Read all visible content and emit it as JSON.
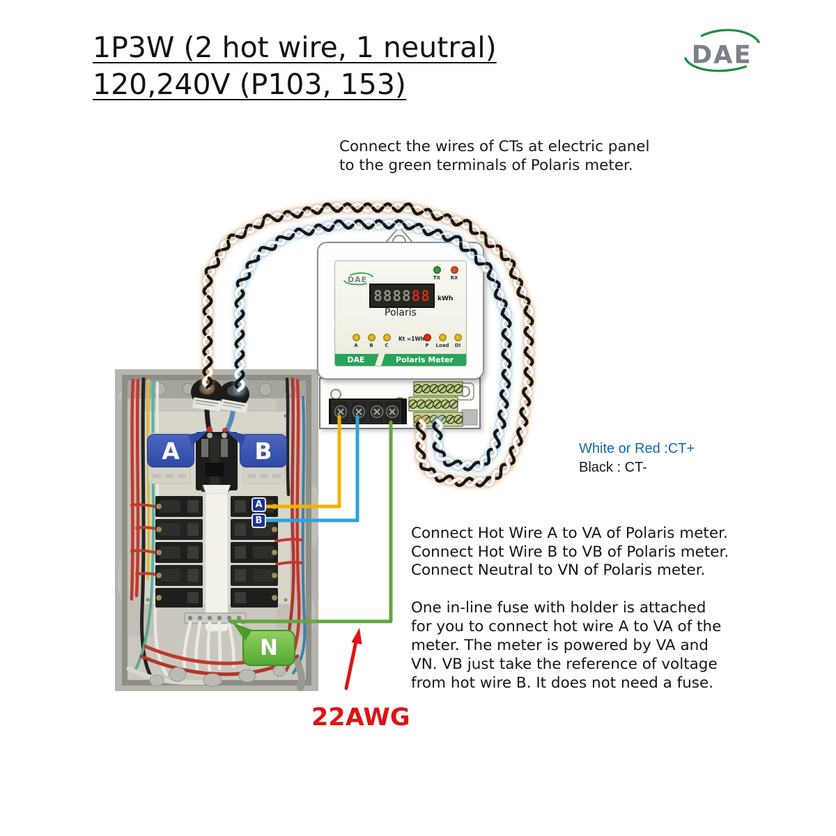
{
  "title": {
    "line1": "1P3W (2 hot wire, 1 neutral)",
    "line2": "120,240V (P103, 153)"
  },
  "brand": {
    "name": "DAE"
  },
  "notes": {
    "ct_instruction": [
      "Connect the wires of CTs at electric panel",
      "to the green terminals of Polaris meter."
    ],
    "ct_legend": {
      "plus": "White or Red :CT+",
      "minus": "Black : CT-"
    },
    "voltage_connections": [
      "Connect Hot Wire A to VA of Polaris meter.",
      "Connect Hot Wire B to VB of Polaris meter.",
      "Connect Neutral to VN of Polaris meter."
    ],
    "fuse_note": [
      "One in-line fuse with holder is attached",
      "for you to connect hot wire A to VA of the",
      "meter. The meter is powered by VA and",
      "VN. VB just take the reference of voltage",
      "from hot wire B. It does not need a fuse."
    ],
    "wire_gauge": "22AWG"
  },
  "meter": {
    "brand": "DAE",
    "model": "Polaris",
    "display": {
      "unlit_digits": "8888",
      "lit_digits": "88",
      "unit": "kWh"
    },
    "leds_top": {
      "tx": "TX",
      "rx": "RX"
    },
    "leds_phase": [
      "A",
      "B",
      "C"
    ],
    "kt_label": "Kt =1Wh",
    "leds_status": [
      "P",
      "Load",
      "DI"
    ],
    "footer": {
      "left": "DAE",
      "right": "Polaris Meter"
    }
  },
  "panel": {
    "callout_a": "A",
    "callout_b": "B",
    "callout_n": "N",
    "breaker_badge_a": "A",
    "breaker_badge_b": "B"
  },
  "colors": {
    "hot_a_wire": "#f2b200",
    "hot_b_wire": "#2aa4de",
    "neutral_wire": "#5fa73e",
    "ct_pair_a_glow": "#e6a05a",
    "ct_pair_b_glow": "#8cc4ec",
    "ct_wire_black": "#161616",
    "ct_wire_white": "#fbfbfb",
    "arrow_red": "#e01313",
    "callout_blue": "#3a57b5",
    "callout_green": "#5fae37",
    "legend_blue": "#1566b0",
    "meter_green": "#27a35c"
  }
}
